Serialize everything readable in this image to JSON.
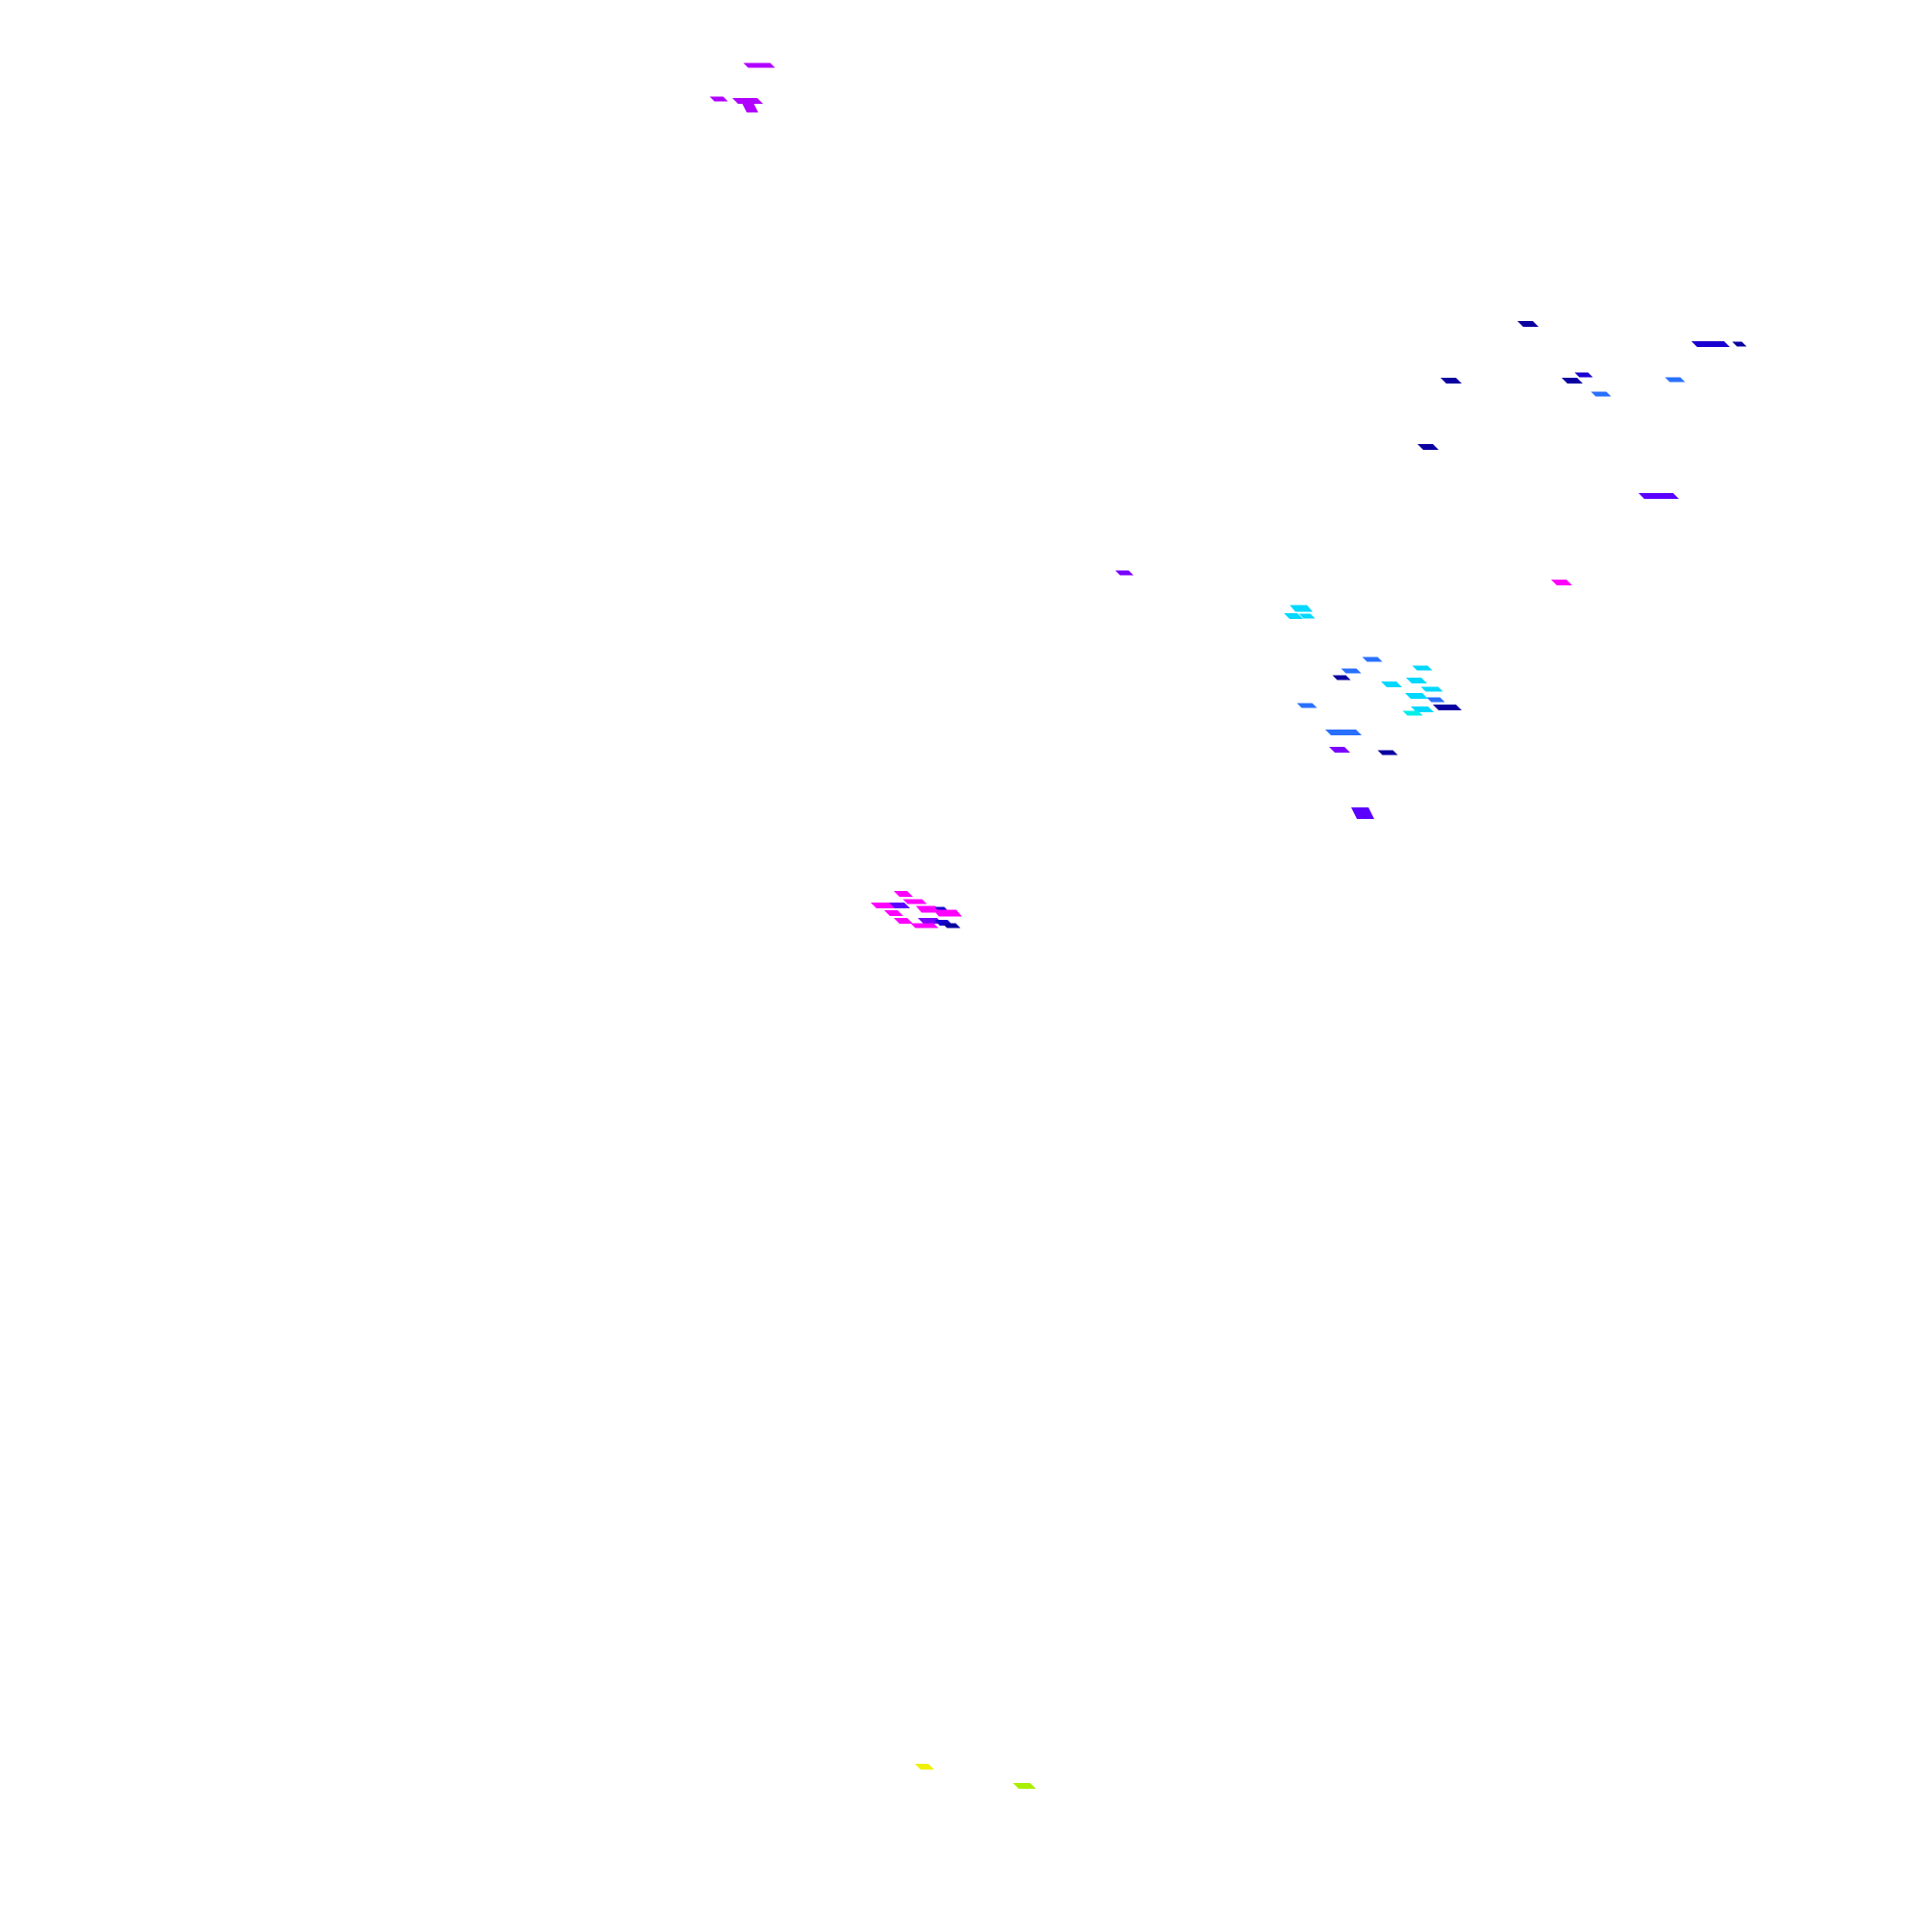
{
  "background": "#ffffff",
  "palette": {
    "magenta": "#ff00ff",
    "violet": "#b000ff",
    "purple": "#7a00ff",
    "indigo": "#5a00ff",
    "blue": "#1a00d0",
    "navy": "#0a00a0",
    "azure": "#2a70ff",
    "cyan": "#00d8ff",
    "aqua": "#00f0e8",
    "yellow": "#f0f000",
    "lime": "#a8f000"
  },
  "clusters": [
    {
      "id": "cluster-top-left",
      "color_group": "violet"
    },
    {
      "id": "cluster-upper-right",
      "color_group": "navy"
    },
    {
      "id": "cluster-center-right",
      "color_group": "cyan"
    },
    {
      "id": "cluster-center-left",
      "color_group": "magenta"
    },
    {
      "id": "cluster-bottom",
      "color_group": "yellow"
    }
  ]
}
